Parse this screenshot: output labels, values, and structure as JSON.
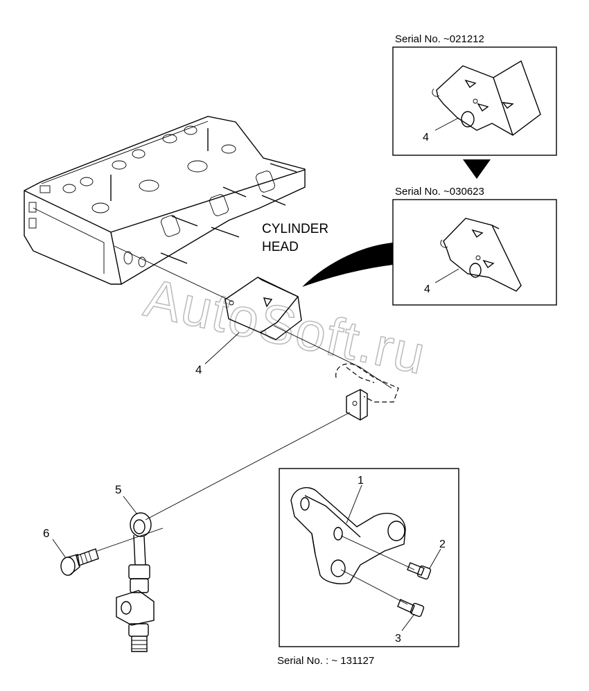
{
  "watermark": "AutoSoft.ru",
  "labels": {
    "cylinder_head_line1": "CYLINDER",
    "cylinder_head_line2": "HEAD"
  },
  "serials": {
    "top": "Serial No. ~021212",
    "middle": "Serial No. ~030623",
    "bottom": "Serial No. : ~ 131127"
  },
  "callouts": {
    "bracket_main": "4",
    "bracket_top_box": "4",
    "bracket_middle_box": "4",
    "rod": "5",
    "bolt_rod": "6",
    "bracket_inset": "1",
    "bolt_inset_upper": "2",
    "bolt_inset_lower": "3"
  },
  "icons": [
    "down-arrow-icon",
    "curved-arrow-icon"
  ]
}
